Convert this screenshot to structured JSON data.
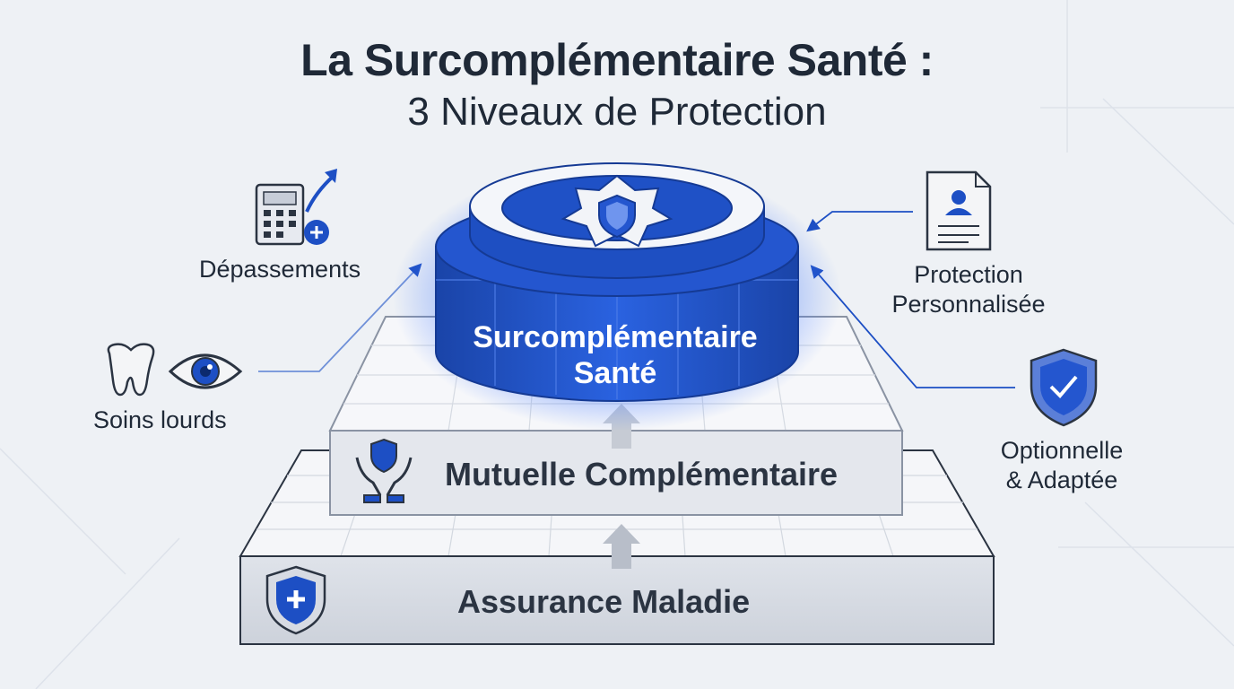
{
  "title": {
    "main": "La Surcomplémentaire Santé :",
    "sub": "3 Niveaux de Protection"
  },
  "tiers": {
    "top": {
      "line1": "Surcomplémentaire",
      "line2": "Santé"
    },
    "middle": "Mutuelle Complémentaire",
    "base": "Assurance Maladie"
  },
  "left_items": {
    "depassements": "Dépassements",
    "soins": "Soins lourds"
  },
  "right_items": {
    "protection_line1": "Protection",
    "protection_line2": "Personnalisée",
    "optionnelle_line1": "Optionnelle",
    "optionnelle_line2": "& Adaptée"
  },
  "colors": {
    "accent": "#1d4fc4",
    "accent_dark": "#163a96",
    "background": "#eef1f5",
    "text": "#1f2937"
  },
  "icons": [
    "calculator-icon",
    "tooth-icon",
    "eye-icon",
    "document-icon",
    "shield-check-icon",
    "hands-shield-icon",
    "shield-plus-icon",
    "star-shield-icon"
  ]
}
